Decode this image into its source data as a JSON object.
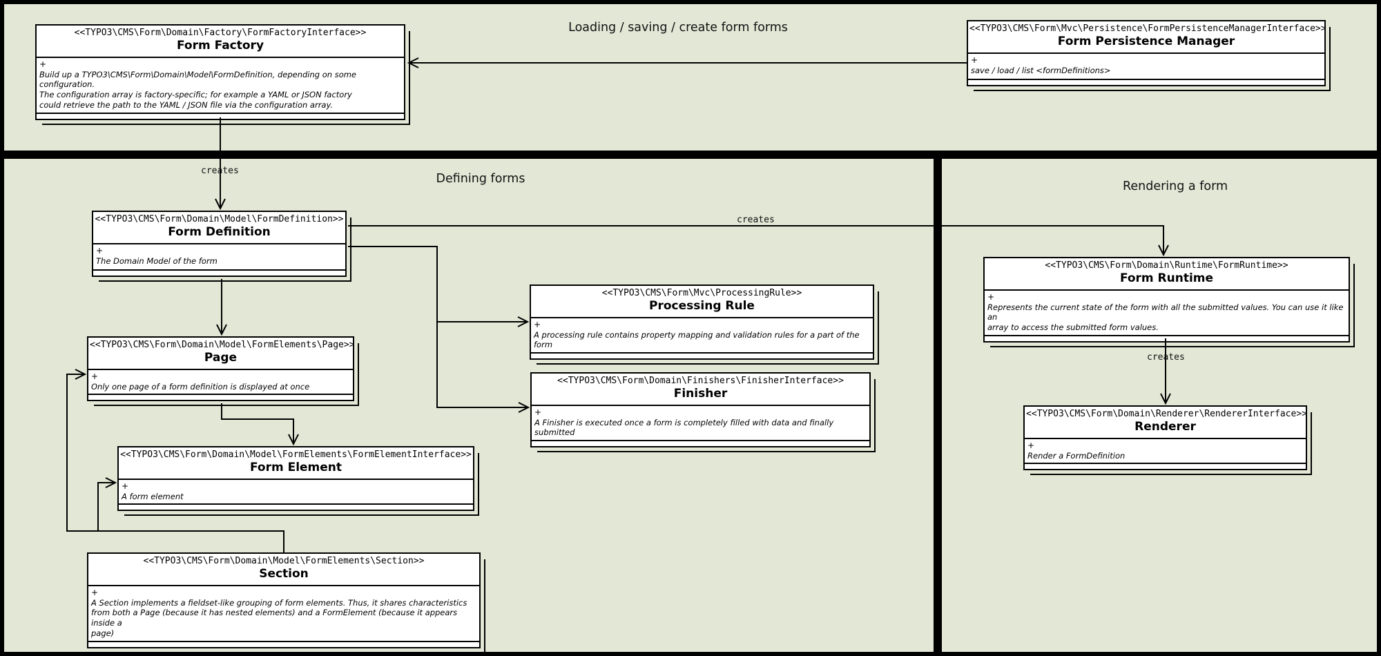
{
  "panels": {
    "top": {
      "title": "Loading / saving / create form forms"
    },
    "left": {
      "title": "Defining forms"
    },
    "right": {
      "title": "Rendering a form"
    }
  },
  "edges": {
    "factory_creates_definition": {
      "label": "creates"
    },
    "definition_creates_runtime": {
      "label": "creates"
    },
    "runtime_creates_renderer": {
      "label": "creates"
    }
  },
  "classes": {
    "form_factory": {
      "stereotype": "<<TYPO3\\CMS\\Form\\Domain\\Factory\\FormFactoryInterface>>",
      "name": "Form Factory",
      "visibility": "+",
      "description": "Build up a TYPO3\\CMS\\Form\\Domain\\Model\\FormDefinition, depending on some configuration.\nThe configuration array is factory-specific; for example a YAML or JSON factory\ncould retrieve the path to the YAML / JSON file via the configuration array."
    },
    "form_persistence_manager": {
      "stereotype": "<<TYPO3\\CMS\\Form\\Mvc\\Persistence\\FormPersistenceManagerInterface>>",
      "name": "Form Persistence Manager",
      "visibility": "+",
      "description": "save / load / list <formDefinitions>"
    },
    "form_definition": {
      "stereotype": "<<TYPO3\\CMS\\Form\\Domain\\Model\\FormDefinition>>",
      "name": "Form Definition",
      "visibility": "+",
      "description": "The Domain Model of the form"
    },
    "page": {
      "stereotype": "<<TYPO3\\CMS\\Form\\Domain\\Model\\FormElements\\Page>>",
      "name": "Page",
      "visibility": "+",
      "description": "Only one page of a form definition is displayed at once"
    },
    "form_element": {
      "stereotype": "<<TYPO3\\CMS\\Form\\Domain\\Model\\FormElements\\FormElementInterface>>",
      "name": "Form Element",
      "visibility": "+",
      "description": "A form element"
    },
    "section": {
      "stereotype": "<<TYPO3\\CMS\\Form\\Domain\\Model\\FormElements\\Section>>",
      "name": "Section",
      "visibility": "+",
      "description": "A Section implements a fieldset-like grouping of form elements. Thus, it shares characteristics\nfrom both a Page (because it has nested elements) and a FormElement (because it appears inside a\npage)"
    },
    "processing_rule": {
      "stereotype": "<<TYPO3\\CMS\\Form\\Mvc\\ProcessingRule>>",
      "name": "Processing Rule",
      "visibility": "+",
      "description": "A processing rule contains property mapping and validation rules for a part of the form"
    },
    "finisher": {
      "stereotype": "<<TYPO3\\CMS\\Form\\Domain\\Finishers\\FinisherInterface>>",
      "name": "Finisher",
      "visibility": "+",
      "description": "A Finisher is executed once a form is completely filled with data and finally submitted"
    },
    "form_runtime": {
      "stereotype": "<<TYPO3\\CMS\\Form\\Domain\\Runtime\\FormRuntime>>",
      "name": "Form Runtime",
      "visibility": "+",
      "description": "Represents the current state of the form with all the submitted values. You can use it like an\narray to access the submitted form values."
    },
    "renderer": {
      "stereotype": "<<TYPO3\\CMS\\Form\\Domain\\Renderer\\RendererInterface>>",
      "name": "Renderer",
      "visibility": "+",
      "description": "Render a FormDefinition"
    }
  }
}
